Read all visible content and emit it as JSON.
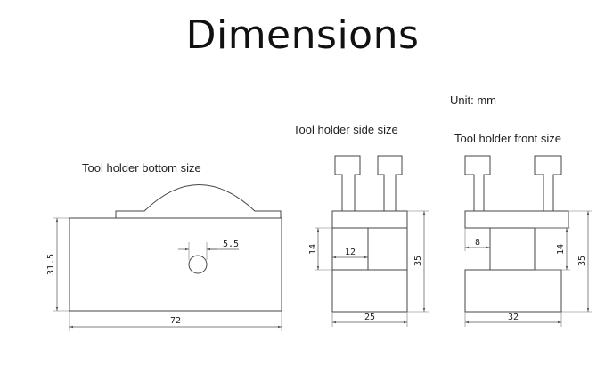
{
  "title": "Dimensions",
  "unit_label": "Unit: mm",
  "bottom_view": {
    "caption": "Tool holder bottom size",
    "width_label": "72",
    "height_label": "31.5",
    "hole_label": "5.5"
  },
  "side_view": {
    "caption": "Tool holder side size",
    "width_label": "25",
    "height_label": "35",
    "inner_height_label": "14",
    "inner_width_label": "12"
  },
  "front_view": {
    "caption": "Tool holder front size",
    "width_label": "32",
    "height_label": "35",
    "inner_height_label": "14",
    "slot_width_label": "8"
  }
}
